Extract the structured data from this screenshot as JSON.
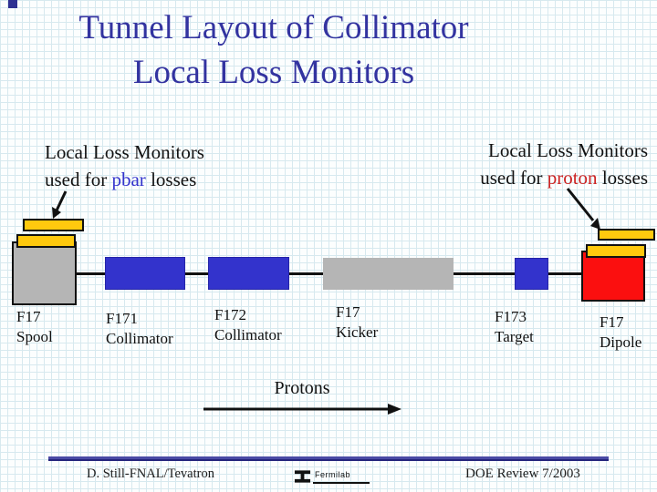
{
  "title": {
    "line1": "Tunnel Layout of Collimator",
    "line2": "Local Loss Monitors"
  },
  "callouts": {
    "left": {
      "line1": "Local Loss Monitors",
      "line2_pre": "used for ",
      "highlight": "pbar",
      "line2_post": " losses"
    },
    "right": {
      "line1": "Local Loss Monitors",
      "line2_pre": "used for ",
      "highlight": "proton",
      "line2_post": " losses"
    }
  },
  "devices": [
    {
      "name": "F17 Spool",
      "line1": "F17",
      "line2": "Spool",
      "color": "#b5b5b5"
    },
    {
      "name": "F171 Collimator",
      "line1": "F171",
      "line2": "Collimator",
      "color": "#3333cc"
    },
    {
      "name": "F172 Collimator",
      "line1": "F172",
      "line2": "Collimator",
      "color": "#3333cc"
    },
    {
      "name": "F17 Kicker",
      "line1": "F17",
      "line2": "Kicker",
      "color": "#b5b5b5"
    },
    {
      "name": "F173 Target",
      "line1": "F173",
      "line2": "Target",
      "color": "#3333cc"
    },
    {
      "name": "F17 Dipole",
      "line1": "F17",
      "line2": "Dipole",
      "color": "#fb0f0f"
    }
  ],
  "loss_monitors": {
    "left_bars": 2,
    "right_bars": 2,
    "bar_color": "#ffc90e"
  },
  "beam": {
    "direction_label": "Protons"
  },
  "footer": {
    "author": "D. Still-FNAL/Tevatron",
    "logo_text": "Fermilab",
    "review": "DOE Review 7/2003"
  },
  "colors": {
    "title_text": "#3333a0",
    "pbar_highlight": "#3333cc",
    "proton_highlight": "#cc2222",
    "blue_device": "#3333cc",
    "gray_device": "#b5b5b5",
    "red_device": "#fb0f0f",
    "monitor_yellow": "#ffc90e",
    "footer_rule": "#4a4aa5",
    "corner_square": "#2e3192"
  }
}
